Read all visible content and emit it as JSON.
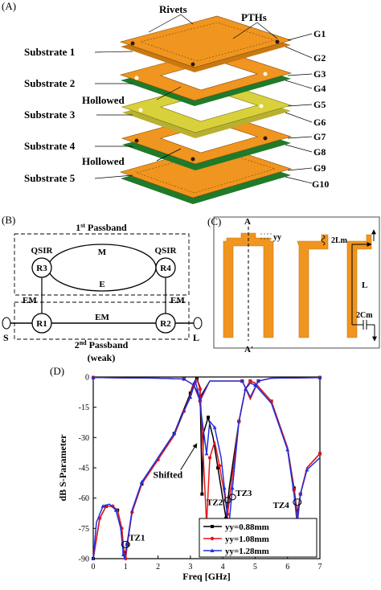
{
  "panelA": {
    "tag": "(A)",
    "callouts": {
      "rivets": "Rivets",
      "pths": "PTHs",
      "hollowed1": "Hollowed",
      "hollowed2": "Hollowed"
    },
    "substrates": [
      "Substrate 1",
      "Substrate 2",
      "Substrate 3",
      "Substrate 4",
      "Substrate 5"
    ],
    "grounds": [
      "G1",
      "G2",
      "G3",
      "G4",
      "G5",
      "G6",
      "G7",
      "G8",
      "G9",
      "G10"
    ],
    "colors": {
      "orange": "#f0951f",
      "green": "#1f7a2a",
      "yellow": "#d9d13b",
      "dark": "#6b3a0c"
    }
  },
  "panelB": {
    "tag": "(B)",
    "passband1": "1st Passband",
    "passband1_num": "1",
    "passband1_sup": "st",
    "passband1_rest": " Passband",
    "passband2_num": "2",
    "passband2_sup": "nd",
    "passband2_rest": " Passband",
    "weak": "(weak)",
    "qsir_left": "QSIR",
    "qsir_right": "QSIR",
    "resonators": [
      "R3",
      "R4",
      "R1",
      "R2"
    ],
    "couplings": {
      "M": "M",
      "E": "E",
      "EM_left": "EM",
      "EM_right": "EM",
      "EM_mid": "EM"
    },
    "source": "S",
    "load": "L"
  },
  "panelC": {
    "tag": "(C)",
    "A": "A",
    "A_prime": "A'",
    "yy": "yy",
    "twoLm": "2Lm",
    "L": "L",
    "twoCm": "2Cm"
  },
  "panelD": {
    "tag": "(D)",
    "annotations": {
      "shifted": "Shifted",
      "tz1": "TZ1",
      "tz2": "TZ2",
      "tz3": "TZ3",
      "tz4": "TZ4"
    }
  },
  "chart_data": {
    "type": "line",
    "xlabel": "Freq [GHz]",
    "ylabel": "dB S-Parameter",
    "xlim": [
      0,
      7
    ],
    "ylim": [
      -90,
      0
    ],
    "xticks": [
      0,
      1,
      2,
      3,
      4,
      5,
      6,
      7
    ],
    "yticks": [
      0,
      -15,
      -30,
      -45,
      -60,
      -75,
      -90
    ],
    "legend_position": "bottom-right",
    "series": [
      {
        "name": "yy=0.88mm",
        "color": "#000000",
        "marker": "square",
        "s21": [
          [
            0,
            -90
          ],
          [
            0.2,
            -70
          ],
          [
            0.4,
            -64
          ],
          [
            0.6,
            -64
          ],
          [
            0.75,
            -66
          ],
          [
            0.88,
            -75
          ],
          [
            0.95,
            -87
          ],
          [
            1.0,
            -90
          ],
          [
            1.05,
            -83
          ],
          [
            1.2,
            -67
          ],
          [
            1.5,
            -53
          ],
          [
            2.0,
            -40
          ],
          [
            2.5,
            -28
          ],
          [
            2.8,
            -16
          ],
          [
            3.0,
            -8
          ],
          [
            3.1,
            -3
          ],
          [
            3.2,
            -1
          ],
          [
            3.3,
            -5
          ],
          [
            3.36,
            -58
          ],
          [
            3.4,
            -28
          ],
          [
            3.55,
            -20
          ],
          [
            3.7,
            -30
          ],
          [
            3.85,
            -45
          ],
          [
            4.0,
            -60
          ],
          [
            4.1,
            -70
          ],
          [
            4.2,
            -55
          ],
          [
            4.5,
            -22
          ],
          [
            4.7,
            -6
          ],
          [
            4.85,
            -2
          ],
          [
            5.0,
            -3
          ],
          [
            5.5,
            -12
          ],
          [
            6.0,
            -35
          ],
          [
            6.2,
            -55
          ],
          [
            6.3,
            -68
          ],
          [
            6.4,
            -58
          ],
          [
            6.6,
            -45
          ],
          [
            7.0,
            -38
          ]
        ],
        "s11": [
          [
            0,
            -0.3
          ],
          [
            2.0,
            -0.6
          ],
          [
            2.8,
            -1
          ],
          [
            3.1,
            -4
          ],
          [
            3.3,
            -10
          ],
          [
            3.6,
            -2
          ],
          [
            4.6,
            -2
          ],
          [
            4.85,
            -10
          ],
          [
            5.1,
            -2
          ],
          [
            5.5,
            -0.6
          ],
          [
            7.0,
            -0.3
          ]
        ]
      },
      {
        "name": "yy=1.08mm",
        "color": "#e8151b",
        "marker": "circle",
        "s21": [
          [
            0,
            -90
          ],
          [
            0.2,
            -70
          ],
          [
            0.4,
            -64
          ],
          [
            0.6,
            -64
          ],
          [
            0.75,
            -66
          ],
          [
            0.88,
            -75
          ],
          [
            0.95,
            -87
          ],
          [
            1.0,
            -90
          ],
          [
            1.05,
            -83
          ],
          [
            1.2,
            -67
          ],
          [
            1.5,
            -53
          ],
          [
            2.0,
            -41
          ],
          [
            2.5,
            -29
          ],
          [
            2.8,
            -17
          ],
          [
            3.0,
            -9
          ],
          [
            3.1,
            -4
          ],
          [
            3.2,
            -1
          ],
          [
            3.3,
            -6
          ],
          [
            3.5,
            -73
          ],
          [
            3.6,
            -40
          ],
          [
            3.75,
            -32
          ],
          [
            3.9,
            -44
          ],
          [
            4.05,
            -58
          ],
          [
            4.15,
            -68
          ],
          [
            4.25,
            -55
          ],
          [
            4.5,
            -22
          ],
          [
            4.7,
            -6
          ],
          [
            4.85,
            -2
          ],
          [
            5.0,
            -3
          ],
          [
            5.5,
            -12
          ],
          [
            6.0,
            -35
          ],
          [
            6.2,
            -56
          ],
          [
            6.3,
            -70
          ],
          [
            6.4,
            -58
          ],
          [
            6.6,
            -45
          ],
          [
            7.0,
            -38
          ]
        ],
        "s11": [
          [
            0,
            -0.3
          ],
          [
            2.0,
            -0.6
          ],
          [
            2.8,
            -1
          ],
          [
            3.1,
            -4
          ],
          [
            3.3,
            -12
          ],
          [
            3.6,
            -2
          ],
          [
            4.6,
            -2
          ],
          [
            4.85,
            -11
          ],
          [
            5.1,
            -2
          ],
          [
            5.5,
            -0.6
          ],
          [
            7.0,
            -0.3
          ]
        ]
      },
      {
        "name": "yy=1.28mm",
        "color": "#1f2ee0",
        "marker": "triangle",
        "s21": [
          [
            0,
            -90
          ],
          [
            0.1,
            -72
          ],
          [
            0.3,
            -64
          ],
          [
            0.5,
            -63
          ],
          [
            0.7,
            -66
          ],
          [
            0.85,
            -75
          ],
          [
            0.93,
            -88
          ],
          [
            0.97,
            -90
          ],
          [
            1.05,
            -82
          ],
          [
            1.2,
            -66
          ],
          [
            1.5,
            -52
          ],
          [
            2.0,
            -40
          ],
          [
            2.5,
            -28
          ],
          [
            2.8,
            -17
          ],
          [
            3.0,
            -10
          ],
          [
            3.1,
            -5
          ],
          [
            3.15,
            -2
          ],
          [
            3.25,
            -8
          ],
          [
            3.5,
            -38
          ],
          [
            3.6,
            -22
          ],
          [
            3.75,
            -25
          ],
          [
            3.95,
            -40
          ],
          [
            4.05,
            -55
          ],
          [
            4.18,
            -75
          ],
          [
            4.3,
            -55
          ],
          [
            4.5,
            -22
          ],
          [
            4.7,
            -6
          ],
          [
            4.85,
            -3
          ],
          [
            5.0,
            -4
          ],
          [
            5.5,
            -13
          ],
          [
            6.0,
            -36
          ],
          [
            6.2,
            -58
          ],
          [
            6.3,
            -73
          ],
          [
            6.4,
            -58
          ],
          [
            6.6,
            -46
          ],
          [
            7.0,
            -40
          ]
        ],
        "s11": [
          [
            0,
            -0.3
          ],
          [
            2.0,
            -0.6
          ],
          [
            2.8,
            -1
          ],
          [
            3.1,
            -4
          ],
          [
            3.3,
            -11
          ],
          [
            3.6,
            -2
          ],
          [
            4.6,
            -2
          ],
          [
            4.85,
            -10
          ],
          [
            5.1,
            -2
          ],
          [
            5.5,
            -0.6
          ],
          [
            7.0,
            -0.3
          ]
        ]
      }
    ]
  }
}
